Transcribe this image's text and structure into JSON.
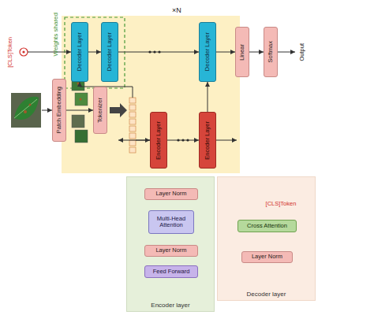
{
  "diagram": {
    "nodes": [
      {
        "text": [
          "Decoder Layer"
        ]
      },
      {
        "text": [
          "Decoder Layer"
        ]
      },
      {
        "text": [
          "Decoder Layer"
        ]
      },
      {
        "text": [
          "Linear"
        ]
      },
      {
        "text": [
          "Softmax"
        ]
      },
      {
        "text": [
          "Patch Embedding"
        ]
      },
      {
        "text": [
          "Tokenizer"
        ]
      },
      {
        "text": [
          "Encoder Layer"
        ]
      },
      {
        "text": [
          "Encoder Layer"
        ]
      },
      {
        "text": [
          "Encoder layer"
        ]
      },
      {
        "text": [
          "Layer Norm"
        ],
        "in": 9
      },
      {
        "text": [
          "Multi-Head Attention"
        ],
        "in": 9
      },
      {
        "text": [
          "Layer Norm"
        ],
        "in": 9
      },
      {
        "text": [
          "Feed Forward"
        ],
        "in": 9
      },
      {
        "text": [
          "Decoder layer"
        ]
      },
      {
        "text": [
          "Cross Attention"
        ],
        "in": 14
      },
      {
        "text": [
          "Layer Norm"
        ],
        "in": 14
      }
    ],
    "edges": [
      {
        "from": 0,
        "to": 1,
        "arrow": "to"
      },
      {
        "from": 1,
        "to": 2,
        "arrow": "to"
      },
      {
        "from": 2,
        "to": 3,
        "arrow": "to"
      },
      {
        "from": 3,
        "to": 4,
        "arrow": "to"
      },
      {
        "from": 5,
        "to": 6,
        "arrow": "to"
      },
      {
        "from": 7,
        "to": 8,
        "arrow": "to"
      },
      {
        "from": 7,
        "to": 1,
        "arrow": "to"
      },
      {
        "from": 8,
        "to": 2,
        "arrow": "to"
      },
      {
        "from": 10,
        "to": 11,
        "arrow": "to"
      },
      {
        "from": 11,
        "to": 12,
        "arrow": "to"
      },
      {
        "from": 12,
        "to": 13,
        "arrow": "to"
      },
      {
        "from": 15,
        "to": 16,
        "arrow": "to"
      }
    ],
    "labels": [
      "Weights shared",
      "[CLS]Token",
      "×N",
      "Output",
      "[CLS]Token"
    ]
  }
}
